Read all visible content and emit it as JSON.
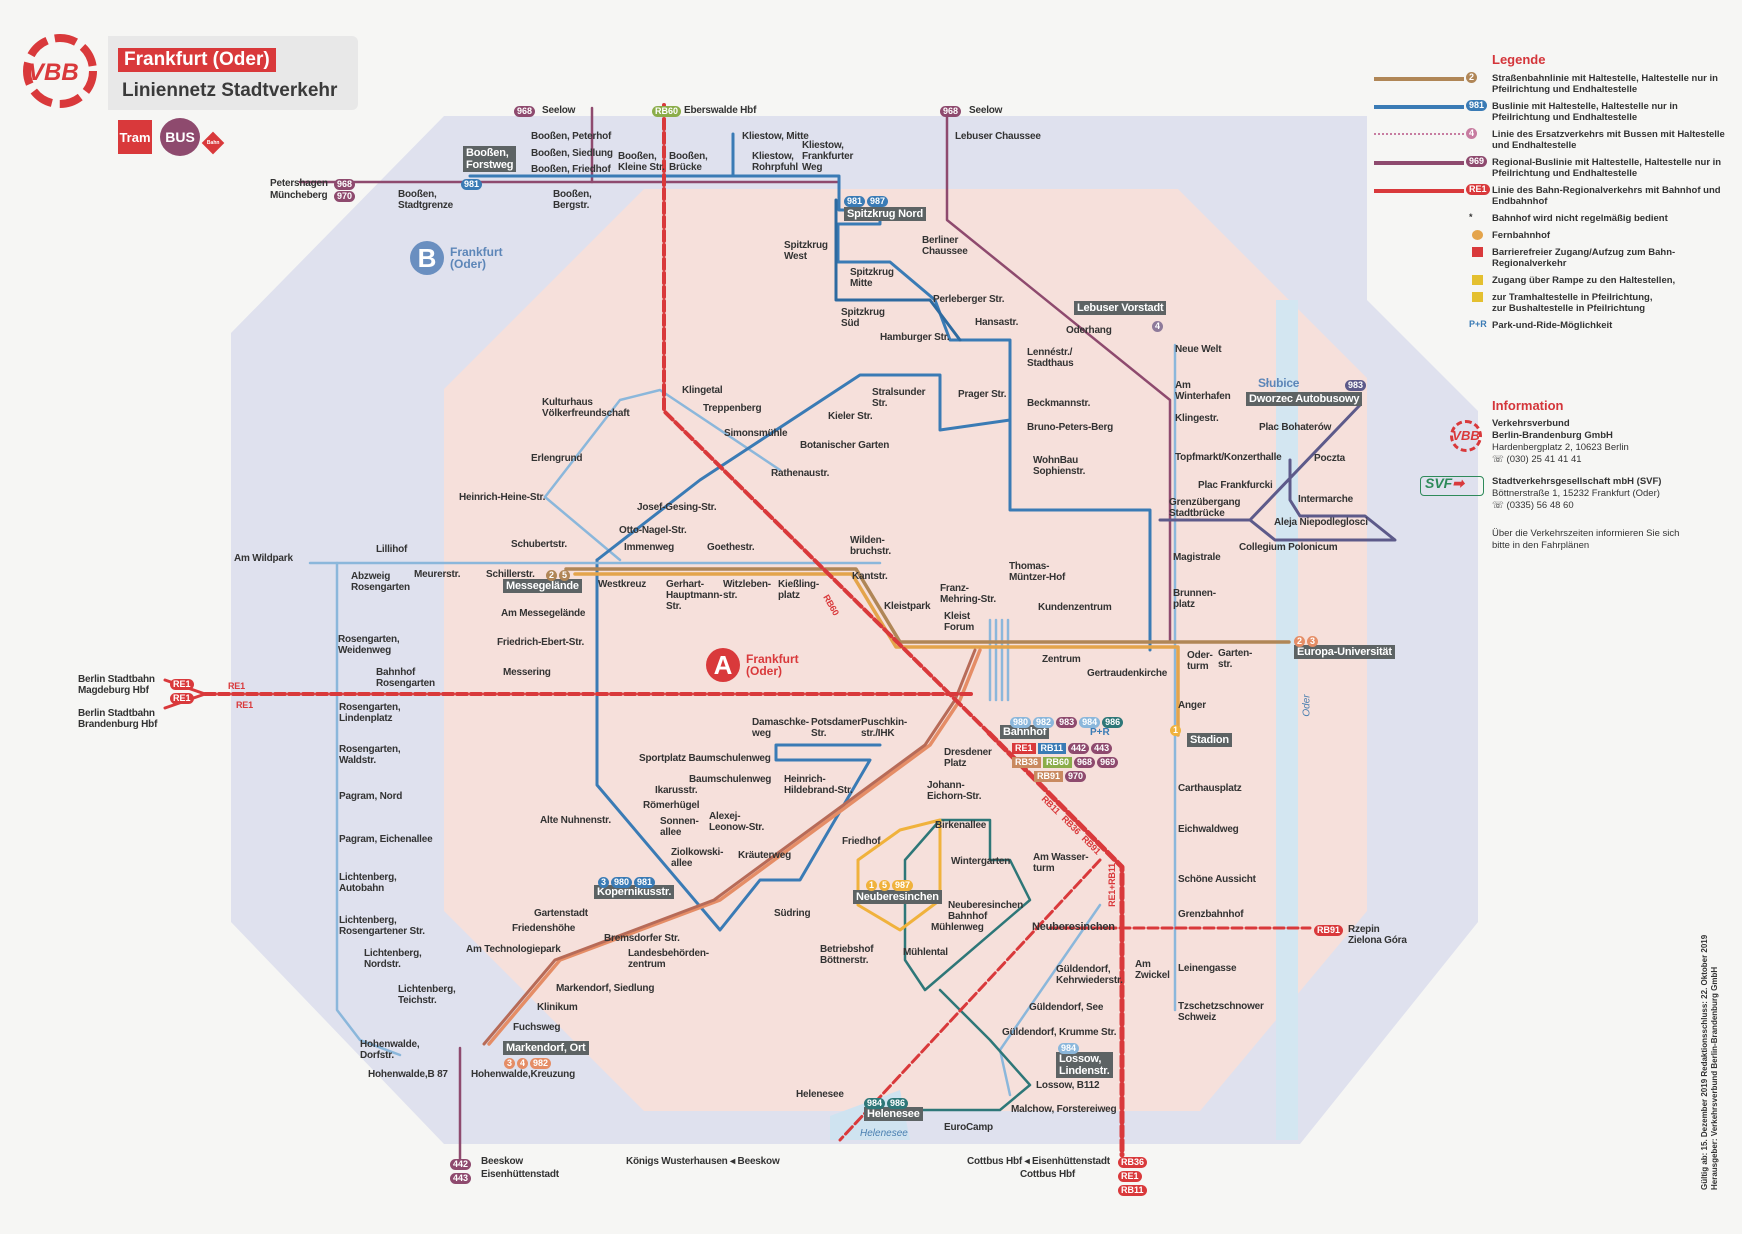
{
  "header": {
    "logo": "VBB",
    "city": "Frankfurt (Oder)",
    "subtitle": "Liniennetz Stadtverkehr",
    "modes": [
      "Tram",
      "BUS",
      "Bahn"
    ]
  },
  "zones": [
    {
      "letter": "B",
      "name": "Frankfurt (Oder)"
    },
    {
      "letter": "A",
      "name": "Frankfurt (Oder)"
    }
  ],
  "water": {
    "helenesee": "Helenesee",
    "oder": "Oder"
  },
  "stations": [
    "Booßen, Peterhof",
    "Booßen, Siedlung",
    "Booßen, Friedhof",
    "Booßen,\nForstweg",
    "Booßen,\nKleine Str.",
    "Booßen,\nBrücke",
    "Kliestow, Mitte",
    "Kliestow,\nRohrpfuhl",
    "Kliestow,\nFrankfurter\nWeg",
    "Booßen,\nStadtgrenze",
    "Booßen,\nBergstr.",
    "Petershagen",
    "Müncheberg",
    "Seelow",
    "Eberswalde Hbf",
    "Seelow",
    "Lebuser Chaussee",
    "Spitzkrug Nord",
    "Spitzkrug\nWest",
    "Spitzkrug\nMitte",
    "Berliner\nChaussee",
    "Spitzkrug\nSüd",
    "Perleberger Str.",
    "Hamburger Str.",
    "Hansastr.",
    "Lebuser Vorstadt",
    "Oderhang",
    "Neue Welt",
    "Lennéstr./\nStadthaus",
    "Am\nWinterhafen",
    "Klingestr.",
    "Topfmarkt/Konzerthalle",
    "Stralsunder\nStr.",
    "Prager Str.",
    "Beckmannstr.",
    "Bruno-Peters-Berg",
    "WohnBau\nSophienstr.",
    "Kieler Str.",
    "Botanischer Garten",
    "Rathenaustr.",
    "Klingetal",
    "Treppenberg",
    "Simonsmühle",
    "Kulturhaus\nVölkerfreundschaft",
    "Erlengrund",
    "Heinrich-Heine-Str.",
    "Josef-Gesing-Str.",
    "Otto-Nagel-Str.",
    "Schubertstr.",
    "Immenweg",
    "Goethestr.",
    "Wilden-\nbruchstr.",
    "Lillihof",
    "Am Wildpark",
    "Meurerstr.",
    "Schillerstr.",
    "Messegelände",
    "Abzweig\nRosengarten",
    "Westkreuz",
    "Gerhart-\nHauptmann-\nStr.",
    "Witzleben-\nstr.",
    "Kießling-\nplatz",
    "Kantstr.",
    "Thomas-\nMüntzer-Hof",
    "Franz-\nMehring-Str.",
    "Kleistpark",
    "Kleist\nForum",
    "Kundenzentrum",
    "Am Messegelände",
    "Magistrale",
    "Brunnen-\nplatz",
    "Collegium Polonicum",
    "Aleja Niepodleglosci",
    "Intermarche",
    "Plac Frankfurcki",
    "Poczta",
    "Plac Bohaterów",
    "Słubice",
    "Dworzec Autobusowy",
    "Grenzübergang\nStadtbrücke",
    "Rosengarten,\nWeidenweg",
    "Friedrich-Ebert-Str.",
    "Bahnhof\nRosengarten",
    "Messering",
    "Zentrum",
    "Gertraudenkirche",
    "Oder-\nturm",
    "Garten-\nstr.",
    "Europa-Universität",
    "Anger",
    "Stadion",
    "Berlin Stadtbahn\nMagdeburg Hbf",
    "Berlin Stadtbahn\nBrandenburg Hbf",
    "Rosengarten,\nLindenplatz",
    "Rosengarten,\nWaldstr.",
    "Damaschke-\nweg",
    "Potsdamer\nStr.",
    "Puschkin-\nstr./IHK",
    "Sportplatz Baumschulenweg",
    "Baumschulenweg",
    "Heinrich-\nHildebrand-Str.",
    "Dresdener\nPlatz",
    "Johann-\nEichorn-Str.",
    "Ikarusstr.",
    "Römerhügel",
    "Pagram, Nord",
    "Alte Nuhnenstr.",
    "Sonnen-\nallee",
    "Alexej-\nLeonow-Str.",
    "Birkenallee",
    "Pagram, Eichenallee",
    "Ziolkowski-\nallee",
    "Kräuterweg",
    "Friedhof",
    "Wintergarten",
    "Am Wasser-\nturm",
    "Lichtenberg,\nAutobahn",
    "Kopernikusstr.",
    "Neuberesinchen",
    "Gartenstadt",
    "Friedenshöhe",
    "Südring",
    "Neuberesinchen\nBahnhof",
    "Mühlenweg",
    "Lichtenberg,\nRosengartener Str.",
    "Bremsdorfer Str.",
    "Am Technologiepark",
    "Landesbehörden-\nzentrum",
    "Neuberesinchen",
    "Betriebshof\nBöttnerstr.",
    "Mühlental",
    "Lichtenberg,\nNordstr.",
    "Am\nZwickel",
    "Leinengasse",
    "Güldendorf,\nKehrwiederstr.",
    "Rzepin\nZielona Góra",
    "Markendorf, Siedlung",
    "Lichtenberg,\nTeichstr.",
    "Klinikum",
    "Güldendorf, See",
    "Tzschetzschnower\nSchweiz",
    "Fuchsweg",
    "Güldendorf, Krumme Str.",
    "Markendorf, Ort",
    "Hohenwalde,\nDorfstr.",
    "Lossow,\nLindenstr.",
    "Hohenwalde,B 87",
    "Hohenwalde,Kreuzung",
    "Lossow, B112",
    "Helenesee",
    "Helenesee",
    "Malchow, Forstereiweg",
    "EuroCamp",
    "Beeskow",
    "Eisenhüttenstadt",
    "Königs Wusterhausen ◂ Beeskow",
    "Cottbus Hbf ◂ Eisenhüttenstadt",
    "Cottbus Hbf",
    "Carthausplatz",
    "Eichwaldweg",
    "Schöne Aussicht",
    "Grenzbahnhof",
    "Bahnhof"
  ],
  "bahnhof_lines": {
    "bus": [
      "980",
      "982",
      "983",
      "984",
      "986"
    ],
    "rail": [
      [
        "RE1",
        "RB11",
        "442",
        "443"
      ],
      [
        "RB36",
        "RB60",
        "968",
        "969"
      ],
      [
        "RB91",
        "970"
      ]
    ],
    "pr": "P+R"
  },
  "line_badges": {
    "petershagen": "968",
    "muencheberg": "970",
    "seelow_w": "968",
    "eberswalde": "RB60",
    "seelow_e": "968",
    "forstweg": "981",
    "spitzkrug": [
      "981",
      "987"
    ],
    "lebuser": "4",
    "slubice": "983",
    "messe": [
      "2",
      "5"
    ],
    "europa": [
      "2",
      "3"
    ],
    "stadion": "1",
    "kopernikus": [
      "3",
      "980",
      "981"
    ],
    "neuberesinchen": [
      "1",
      "5",
      "987"
    ],
    "markendorf": [
      "3",
      "4",
      "982"
    ],
    "lossow": "984",
    "helenesee": [
      "984",
      "986"
    ],
    "beeskow": [
      "442",
      "443"
    ],
    "re1_left": [
      "RE1",
      "RE1"
    ],
    "rail_bottom": [
      "RB36",
      "RE1",
      "RB11"
    ],
    "rzepin": "RB91",
    "rail_labels": [
      "RE1",
      "RB60",
      "RE1",
      "RB11",
      "RB36",
      "RB91",
      "RE1+RB11"
    ]
  },
  "legend": {
    "title": "Legende",
    "items": [
      {
        "badge": "2",
        "text": "Straßenbahnlinie mit Haltestelle, Haltestelle nur in Pfeilrichtung und Endhaltestelle"
      },
      {
        "badge": "981",
        "text": "Buslinie mit Haltestelle, Haltestelle nur in Pfeilrichtung und Endhaltestelle"
      },
      {
        "badge": "4",
        "text": "Linie des Ersatzverkehrs mit Bussen mit Haltestelle und Endhaltestelle"
      },
      {
        "badge": "969",
        "text": "Regional-Buslinie mit Haltestelle, Haltestelle nur in Pfeilrichtung und Endhaltestelle"
      },
      {
        "badge": "RE1",
        "text": "Linie des Bahn-Regionalverkehrs mit Bahnhof und Endbahnhof"
      },
      {
        "badge": "*",
        "text": "Bahnhof wird nicht regelmäßig bedient"
      },
      {
        "badge": "",
        "text": "Fernbahnhof"
      },
      {
        "badge": "",
        "text": "Barrierefreier Zugang/Aufzug zum Bahn-Regionalverkehr"
      },
      {
        "badge": "",
        "text": "Zugang über Rampe zu den Haltestellen,"
      },
      {
        "badge": "",
        "text": "zur Tramhaltestelle in Pfeilrichtung,\nzur Bushaltestelle in Pfeilrichtung"
      },
      {
        "badge": "P+R",
        "text": "Park-und-Ride-Möglichkeit"
      }
    ],
    "colors": {
      "tram": "#b08656",
      "bus": "#3a7bb5",
      "sev": "#c77ca0",
      "regbus": "#8e4a6e",
      "rail": "#d9393b"
    }
  },
  "information": {
    "title": "Information",
    "vbb": {
      "logo": "VBB",
      "name1": "Verkehrsverbund",
      "name2": "Berlin-Brandenburg GmbH",
      "address": "Hardenbergplatz 2, 10623 Berlin",
      "phone": "(030) 25 41 41 41"
    },
    "svf": {
      "logo": "SVF",
      "name": "Stadtverkehrsgesellschaft mbH (SVF)",
      "address": "Böttnerstraße 1, 15232 Frankfurt (Oder)",
      "phone": "(0335) 56 48 60"
    },
    "note": "Über die Verkehrszeiten informieren Sie sich bitte in den Fahrplänen"
  },
  "footer": {
    "line1": "Gültig ab: 15. Dezember 2019 Redaktionsschluss: 22. Oktober 2019",
    "line2": "Herausgeber: Verkehrsverbund Berlin-Brandenburg GmbH"
  }
}
